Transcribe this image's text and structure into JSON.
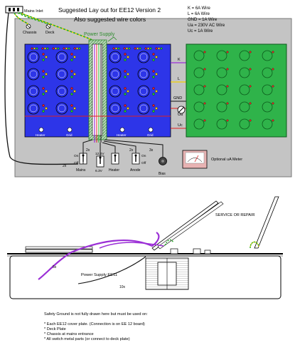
{
  "top": {
    "title_line1": "Suggested  Lay out for EE12 Version 2",
    "title_line2": "Also suggested wire colors",
    "mains_inlet": "Mains Inlet",
    "chassis": "Chassis",
    "deck": "Deck",
    "power_supply": "Power Supply",
    "wire_legend": [
      "K = 6A Wire",
      "L = 6A Wire",
      "GND = 1A Wire",
      "Ua = 230V AC Wire",
      "Uc = 1A Wire"
    ],
    "rail_labels": [
      "K",
      "L",
      "GND",
      "Ua",
      "Uc"
    ],
    "panel_bottom_labels": [
      "Heater",
      "Grid",
      "Heater",
      "Grid"
    ],
    "wire_counts": [
      "2x",
      "2x",
      "2x",
      "3x"
    ],
    "switches": {
      "mains": "Mains",
      "heater": "Heater",
      "anode": "Anode",
      "bias": "Bias",
      "on": "On",
      "off": "Off",
      "v126": "12.6V",
      "v63": "6.3V"
    },
    "meter_label": "Optional uA Meter"
  },
  "side": {
    "service": "SERVICE OR REPAIR",
    "power_supply": "Power Supply EE11",
    "label_5x": "5x",
    "label_10x": "10x"
  },
  "notes": {
    "line1": "Safety Ground is not fully drawn here but must be used on:",
    "items": [
      "* Each EE12 cover plate. (Connection is on EE 12 board)",
      "* Deck Plate",
      "* Chassis at mains entrance",
      "* All switch metal  parts (or connect to deck plate)"
    ]
  },
  "colors": {
    "deck": "#c4c4c4",
    "blue_panel": "#2d35e8",
    "green_board": "#2fb34a",
    "supply_strip": "#9fc79f",
    "purple_wire": "#9b2fd6",
    "green_wire": "#22aa22",
    "red_wire": "#e02020",
    "yellow_wire": "#f0d000"
  }
}
